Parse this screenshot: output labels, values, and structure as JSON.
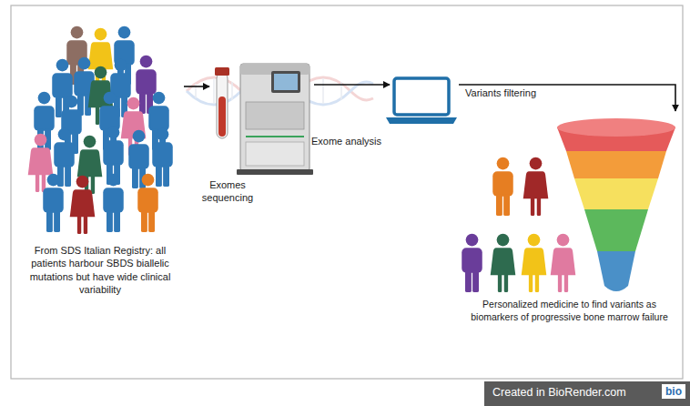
{
  "diagram": {
    "nodes": [
      {
        "text": [
          "From SDS Italian Registry: all patients harbour SBDS biallelic mutations but have wide clinical variability"
        ]
      },
      {
        "text": [
          "Exomes sequencing"
        ]
      },
      {
        "text": [
          "Exome analysis"
        ]
      },
      {
        "text": [
          "Variants filtering",
          "Personalized medicine to find variants as biomarkers of progressive bone marrow failure"
        ]
      }
    ],
    "edges": [
      {
        "from": 0,
        "to": 1,
        "arrow": "to"
      },
      {
        "from": 1,
        "to": 2,
        "arrow": "to"
      },
      {
        "from": 2,
        "to": 3,
        "arrow": "to"
      }
    ],
    "labels": [
      "Created in BioRender.com",
      "bio"
    ]
  }
}
